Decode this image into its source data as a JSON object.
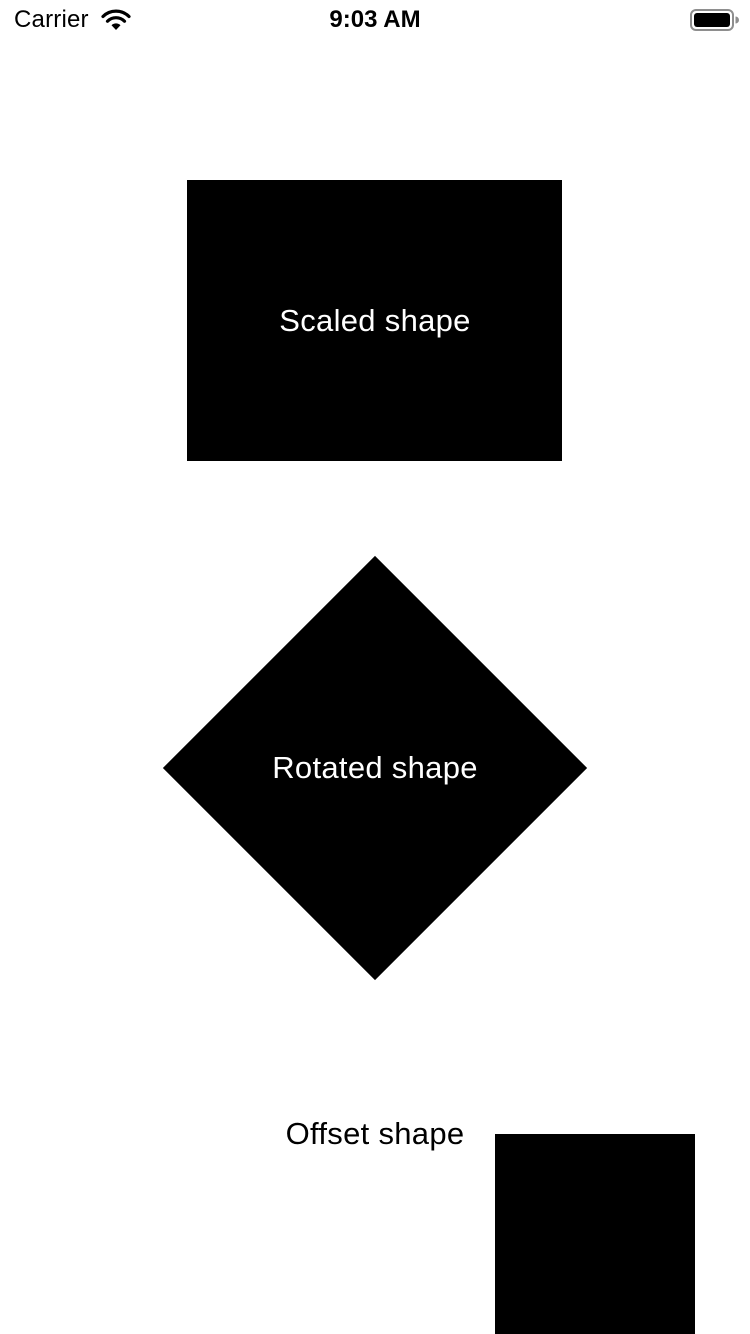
{
  "status_bar": {
    "carrier": "Carrier",
    "time": "9:03 AM",
    "wifi_icon": "wifi-icon",
    "battery_icon": "battery-icon"
  },
  "shapes": {
    "scaled": {
      "label": "Scaled shape"
    },
    "rotated": {
      "label": "Rotated shape"
    },
    "offset": {
      "label": "Offset shape"
    }
  },
  "colors": {
    "background": "#ffffff",
    "shape_fill": "#000000",
    "label_on_shape": "#ffffff",
    "label_off_shape": "#000000"
  }
}
